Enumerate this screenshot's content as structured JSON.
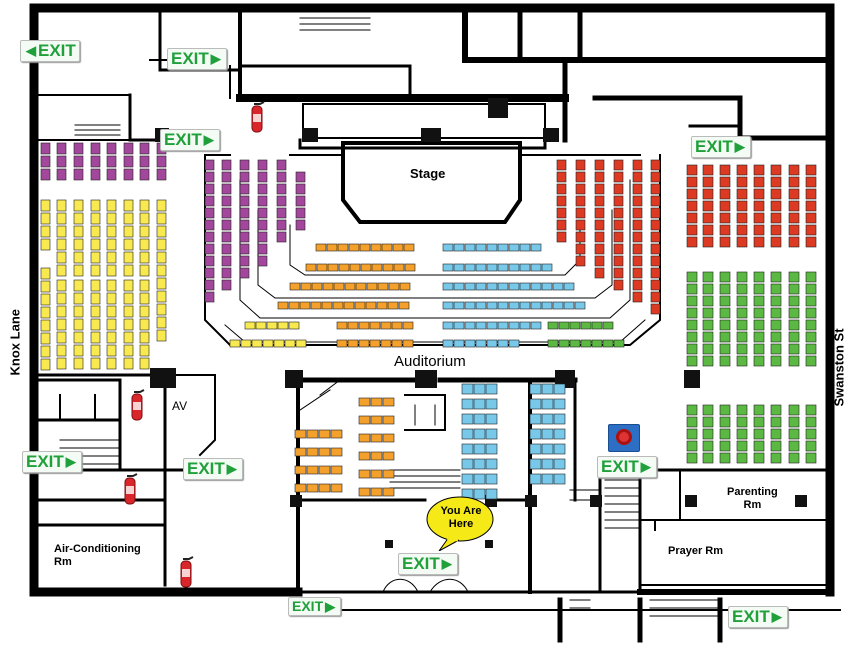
{
  "labels": {
    "stage": "Stage",
    "auditorium": "Auditorium",
    "av": "AV",
    "knox_lane": "Knox Lane",
    "swanston_st": "Swanston St",
    "parenting_rm": "Parenting\nRm",
    "prayer_rm": "Prayer Rm",
    "air_conditioning_rm": "Air-Conditioning\nRm",
    "you_are_here": "You Are\nHere"
  },
  "exit_sign_text": "EXIT",
  "exit_signs": [
    {
      "id": "exit-top-left",
      "text": "EXIT"
    },
    {
      "id": "exit-top-center-left",
      "text": "EXIT"
    },
    {
      "id": "exit-stage-left",
      "text": "EXIT"
    },
    {
      "id": "exit-stage-right",
      "text": "EXIT"
    },
    {
      "id": "exit-mid-left",
      "text": "EXIT"
    },
    {
      "id": "exit-mid-left-2",
      "text": "EXIT"
    },
    {
      "id": "exit-right-lobby",
      "text": "EXIT"
    },
    {
      "id": "exit-bottom-center",
      "text": "EXIT"
    },
    {
      "id": "exit-bottom-left",
      "text": "EXIT"
    },
    {
      "id": "exit-bottom-right",
      "text": "EXIT"
    }
  ],
  "seat_colors": {
    "purple": "#a3479c",
    "yellow": "#f7e94f",
    "orange": "#f3a12c",
    "blue": "#78c8ea",
    "red": "#dd3a24",
    "green": "#5bb943"
  },
  "marker_color": "#f5ea18",
  "icons": [
    "fire-extinguisher-icon",
    "fire-hose-reel-icon",
    "exit-arrow-icon"
  ]
}
